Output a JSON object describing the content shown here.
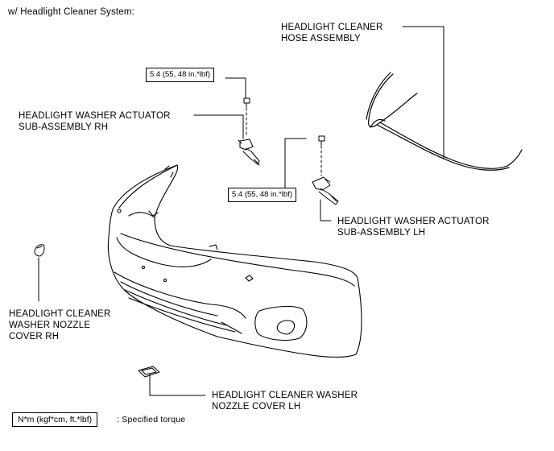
{
  "header": {
    "title": "w/ Headlight Cleaner System:"
  },
  "torque": {
    "upper": "5.4 (55, 48 in.*lbf)",
    "lower": "5.4 (55, 48 in.*lbf)"
  },
  "parts": {
    "hose": [
      "HEADLIGHT CLEANER",
      "HOSE ASSEMBLY"
    ],
    "actuator_rh": [
      "HEADLIGHT WASHER ACTUATOR",
      "SUB-ASSEMBLY RH"
    ],
    "actuator_lh": [
      "HEADLIGHT WASHER ACTUATOR",
      "SUB-ASSEMBLY LH"
    ],
    "cover_rh": [
      "HEADLIGHT CLEANER",
      "WASHER NOZZLE",
      "COVER RH"
    ],
    "cover_lh": [
      "HEADLIGHT CLEANER WASHER",
      "NOZZLE COVER LH"
    ]
  },
  "legend": {
    "unit": "N*m (kgf*cm, ft.*lbf)",
    "description": ": Specified torque"
  }
}
